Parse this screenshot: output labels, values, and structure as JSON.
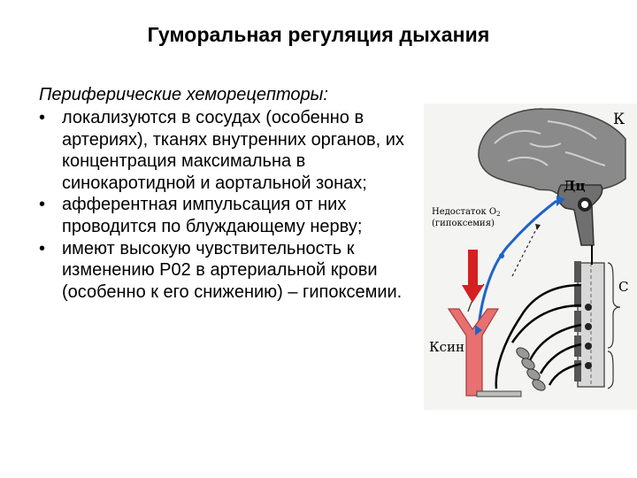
{
  "slide": {
    "title": "Гуморальная регуляция дыхания",
    "subtitle": "Периферические хеморецепторы:",
    "bullets": [
      "локализуются в сосудах (особенно в артериях), тканях внутренних органов, их концентрация максимальна в синокаротидной и аортальной зонах;",
      "афферентная импульсация от них проводится по блуждающему нерву;",
      "имеют высокую чувствительность к изменению Р02 в артериальной крови (особенно к его снижению) – гипоксемии."
    ],
    "bullet_symbol": "•"
  },
  "figure": {
    "label_k": "К",
    "label_dc": "Дц",
    "label_hypoxia_1": "Недостаток О",
    "label_hypoxia_sub": "2",
    "label_hypoxia_2": "(гипоксемия)",
    "label_ksin": "Ксин",
    "label_c": "С",
    "colors": {
      "brain": "#7d7d7d",
      "vessel": "#e87070",
      "arrow_red": "#d42020",
      "nerve_blue": "#1e64c8"
    }
  }
}
